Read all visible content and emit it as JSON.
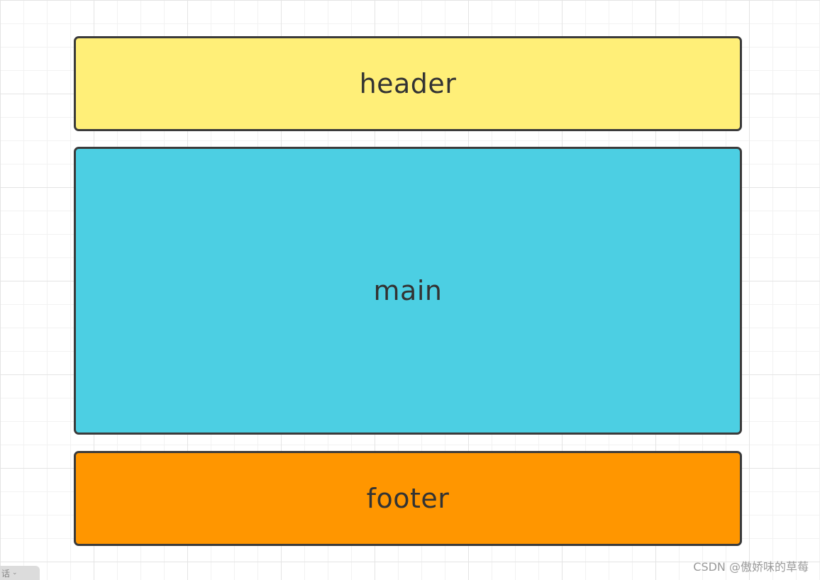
{
  "colors": {
    "header": "#FFEF78",
    "main": "#4CCFE3",
    "footer": "#FF9600",
    "border": "#3B3B3B",
    "label": "#333333",
    "grid": "#E4E4E4"
  },
  "diagram": {
    "blocks": [
      {
        "id": "header",
        "label": "header"
      },
      {
        "id": "main",
        "label": "main"
      },
      {
        "id": "footer",
        "label": "footer"
      }
    ]
  },
  "watermark": "CSDN @傲娇味的草莓",
  "corner_tab": {
    "label": "话",
    "chevron": "chevron-down-icon"
  }
}
